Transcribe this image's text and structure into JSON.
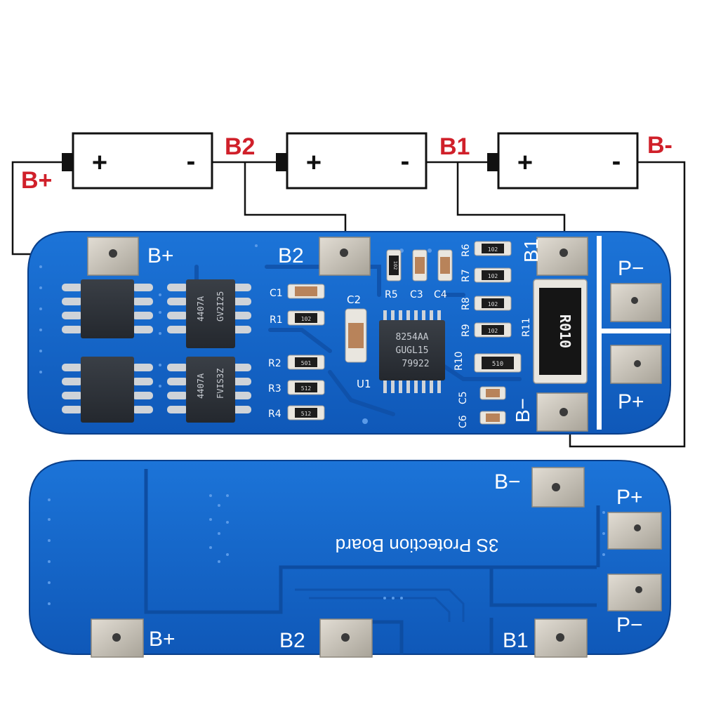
{
  "batteries": [
    {
      "plus": "+",
      "minus": "-"
    },
    {
      "plus": "+",
      "minus": "-"
    },
    {
      "plus": "+",
      "minus": "-"
    }
  ],
  "wiring_labels": {
    "bplus": "B+",
    "b2": "B2",
    "b1": "B1",
    "bminus": "B-"
  },
  "front_board": {
    "pads": {
      "bplus": "B+",
      "b2": "B2",
      "b1": "B1",
      "bminus": "B−",
      "pminus": "P−",
      "pplus": "P+"
    },
    "mosfets": [
      {
        "line1": "",
        "line2": ""
      },
      {
        "line1": "4407A",
        "line2": "GV2I25"
      },
      {
        "line1": "",
        "line2": ""
      },
      {
        "line1": "4407A",
        "line2": "FVIS3Z"
      }
    ],
    "ic": {
      "designator": "U1",
      "line1": "8254AA",
      "line2": "GUGL15",
      "line3": "79922"
    },
    "cap_c2": "C2",
    "left_parts": [
      {
        "ref": "C1",
        "code": ""
      },
      {
        "ref": "R1",
        "code": "102"
      },
      {
        "ref": "R2",
        "code": "501"
      },
      {
        "ref": "R3",
        "code": "512"
      },
      {
        "ref": "R4",
        "code": "512"
      }
    ],
    "top_caps": {
      "r5": "R5",
      "r5_code": "102",
      "c3": "C3",
      "c4": "C4"
    },
    "right_resistors": [
      {
        "ref": "R6",
        "code": "102"
      },
      {
        "ref": "R7",
        "code": "102"
      },
      {
        "ref": "R8",
        "code": "102"
      },
      {
        "ref": "R9",
        "code": "102"
      }
    ],
    "r10": {
      "ref": "R10",
      "code": "510"
    },
    "r11": "R11",
    "c5": "C5",
    "c6": "C6",
    "shunt": "R010"
  },
  "back_board": {
    "title": "3S Protection Board",
    "pads": {
      "bplus": "B+",
      "b2": "B2",
      "b1": "B1",
      "bminus": "B−",
      "pplus": "P+",
      "pminus": "P−"
    }
  },
  "colors": {
    "pcb": "#1565c8",
    "pcb_dark": "#0d4fa8",
    "label_red": "#d0202a",
    "pad": "#c9c4bb"
  }
}
